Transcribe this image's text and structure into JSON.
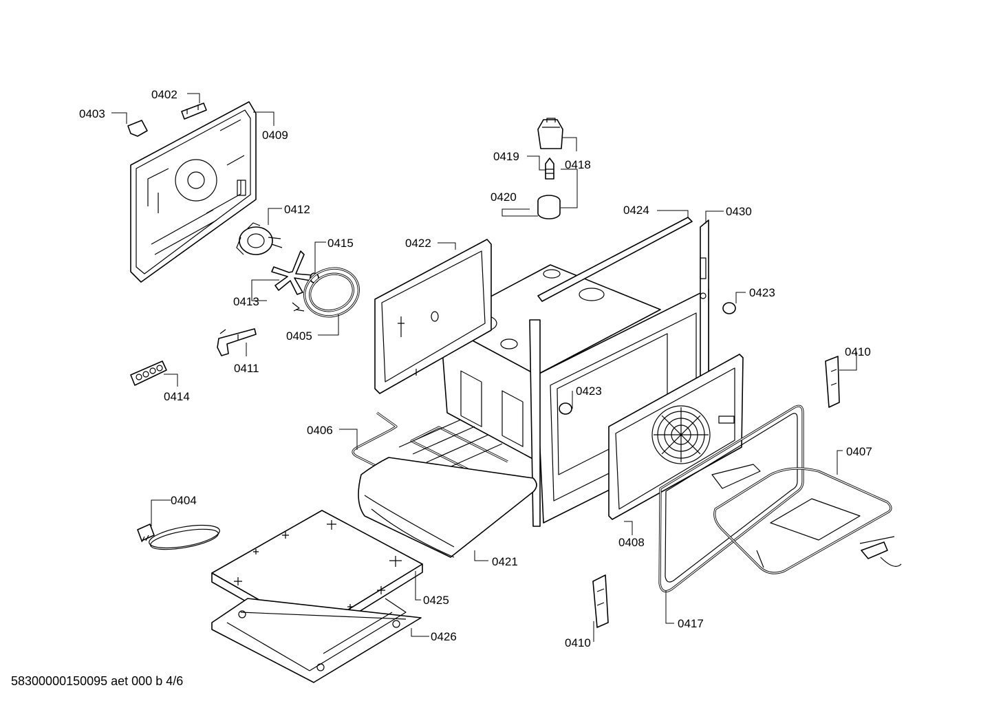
{
  "footer": "58300000150095 aet 000 b 4/6",
  "labels": {
    "p0402": "0402",
    "p0403": "0403",
    "p0409": "0409",
    "p0412": "0412",
    "p0415": "0415",
    "p0413": "0413",
    "p0405": "0405",
    "p0411": "0411",
    "p0414": "0414",
    "p0419": "0419",
    "p0418": "0418",
    "p0420": "0420",
    "p0424": "0424",
    "p0430": "0430",
    "p0422": "0422",
    "p0423a": "0423",
    "p0423b": "0423",
    "p0410a": "0410",
    "p0410b": "0410",
    "p0406": "0406",
    "p0407": "0407",
    "p0404": "0404",
    "p0421": "0421",
    "p0408": "0408",
    "p0425": "0425",
    "p0426": "0426",
    "p0417": "0417"
  }
}
